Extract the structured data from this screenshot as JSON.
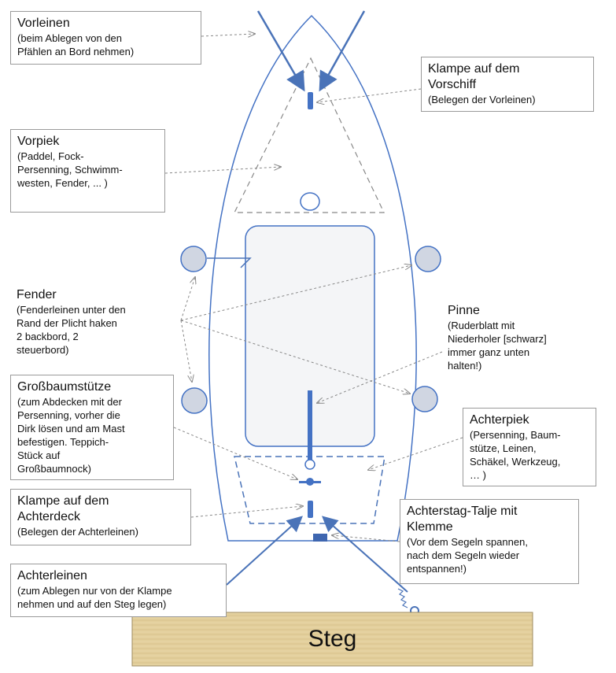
{
  "labels": {
    "vorleinen": {
      "title": "Vorleinen",
      "desc": "(beim Ablegen von den\nPfählen an Bord nehmen)"
    },
    "klampe_vorschiff": {
      "title": "Klampe auf dem\nVorschiff",
      "desc": "(Belegen der Vorleinen)"
    },
    "vorpiek": {
      "title": "Vorpiek",
      "desc": "(Paddel, Fock-\nPersenning, Schwimm-\nwesten, Fender, ... )"
    },
    "fender": {
      "title": "Fender",
      "desc": "(Fenderleinen unter den\nRand der Plicht haken\n 2 backbord, 2\nsteuerbord)"
    },
    "pinne": {
      "title": "Pinne",
      "desc": "(Ruderblatt mit\nNiederholer [schwarz]\nimmer ganz unten\nhalten!)"
    },
    "grossbaumstuetze": {
      "title": "Großbaumstütze",
      "desc": "(zum Abdecken mit der\nPersenning, vorher die\nDirk lösen und am Mast\nbefestigen. Teppich-\nStück auf\nGroßbaumnock)"
    },
    "achterpiek": {
      "title": "Achterpiek",
      "desc": "(Persenning, Baum-\nstütze, Leinen,\nSchäkel, Werkzeug,\n… )"
    },
    "klampe_achterdeck": {
      "title": "Klampe auf dem\nAchterdeck",
      "desc": "(Belegen der Achterleinen)"
    },
    "achterstag": {
      "title": "Achterstag-Talje mit\nKlemme",
      "desc": "(Vor dem Segeln spannen,\nnach dem Segeln wieder\nentspannen!)"
    },
    "achterleinen": {
      "title": "Achterleinen",
      "desc": "(zum Ablegen nur von der Klampe\nnehmen und auf den Steg legen)"
    }
  },
  "steg": "Steg",
  "colors": {
    "boat": "#4472c4",
    "line": "#4a73b8",
    "fender": "#d0d6e2",
    "cockpit": "#f4f5f7",
    "steg": "#e3cf9c",
    "arrow": "#888888"
  }
}
